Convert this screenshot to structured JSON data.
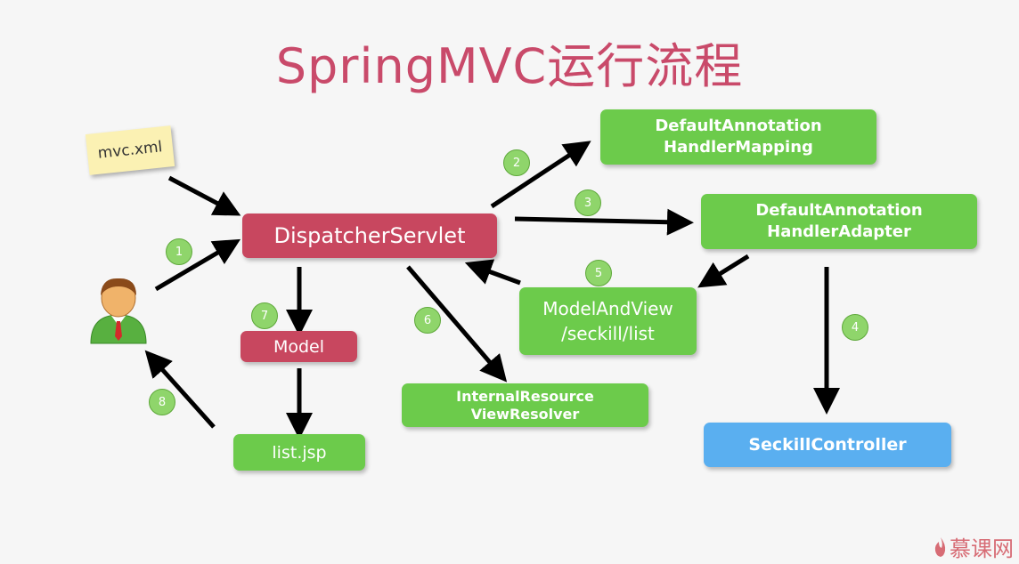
{
  "title": "SpringMVC运行流程",
  "config_note": "mvc.xml",
  "nodes": {
    "dispatcher": "DispatcherServlet",
    "handler_mapping": "DefaultAnnotation\nHandlerMapping",
    "handler_adapter": "DefaultAnnotation\nHandlerAdapter",
    "model_and_view": "ModelAndView\n/seckill/list",
    "model": "Model",
    "view_resolver": "InternalResource\nViewResolver",
    "controller": "SeckillController",
    "list_jsp": "list.jsp"
  },
  "steps": [
    "1",
    "2",
    "3",
    "4",
    "5",
    "6",
    "7",
    "8"
  ],
  "logo": "慕课网",
  "colors": {
    "title": "#c94a6a",
    "dispatcher": "#c8475f",
    "component": "#6ccb4b",
    "controller": "#5aaff0",
    "step": "#8fd56b"
  }
}
